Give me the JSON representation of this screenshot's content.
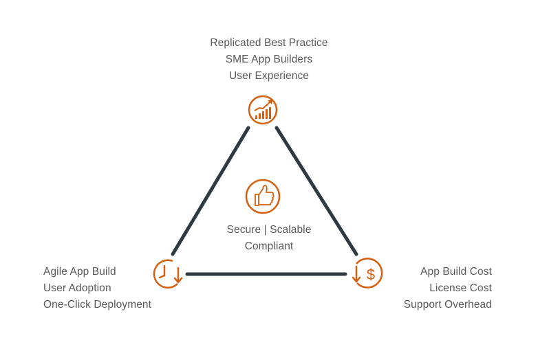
{
  "top_node": {
    "icon": "growth-chart-icon",
    "lines": [
      "Replicated Best Practice",
      "SME App Builders",
      "User Experience"
    ]
  },
  "left_node": {
    "icon": "clock-down-arrow-icon",
    "lines": [
      "Agile App Build",
      "User Adoption",
      "One-Click Deployment"
    ]
  },
  "right_node": {
    "icon": "dollar-down-arrow-icon",
    "lines": [
      "App Build Cost",
      "License Cost",
      "Support Overhead"
    ]
  },
  "center": {
    "icon": "thumbs-up-icon",
    "lines": [
      "Secure | Scalable",
      "Compliant"
    ]
  },
  "colors": {
    "accent": "#D35F0F",
    "line": "#2E3A42",
    "text": "#595959"
  }
}
